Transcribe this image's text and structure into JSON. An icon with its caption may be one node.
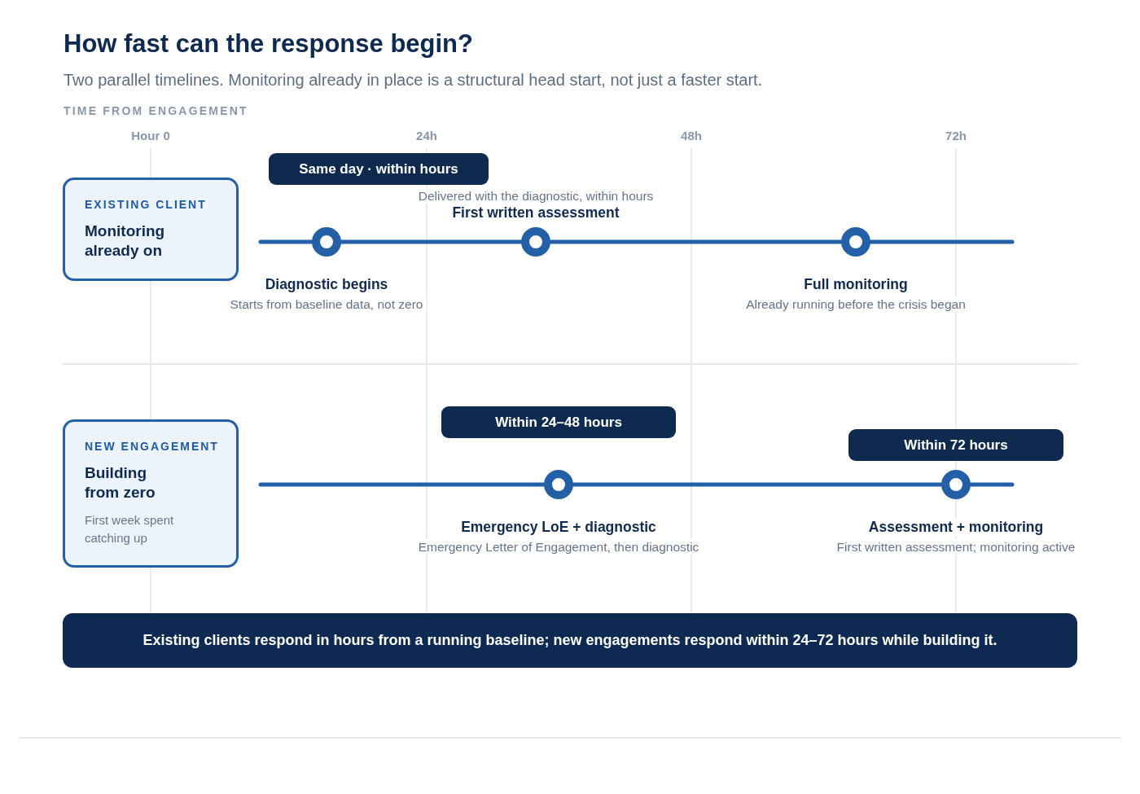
{
  "diagram": {
    "title": "How fast can the response begin?",
    "caption": "Two parallel timelines. Monitoring already in place is a structural head start, not just a faster start.",
    "nodes": [
      {
        "text": [
          "EXISTING CLIENT",
          "Monitoring already on"
        ]
      },
      {
        "text": [
          "Same day · within hours"
        ]
      },
      {
        "text": [],
        "shape": "circle",
        "beside": [
          "Diagnostic begins",
          "Starts from baseline data, not zero"
        ]
      },
      {
        "text": [],
        "shape": "circle",
        "beside": [
          "Delivered with the diagnostic, within hours",
          "First written assessment"
        ]
      },
      {
        "text": [],
        "shape": "circle",
        "beside": [
          "Full monitoring",
          "Already running before the crisis began"
        ]
      },
      {
        "text": [
          "NEW ENGAGEMENT",
          "Building from zero",
          "First week spent catching up"
        ]
      },
      {
        "text": [
          "Within 24–48 hours"
        ]
      },
      {
        "text": [],
        "shape": "circle",
        "beside": [
          "Emergency LoE + diagnostic",
          "Emergency Letter of Engagement, then diagnostic"
        ]
      },
      {
        "text": [
          "Within 72 hours"
        ]
      },
      {
        "text": [],
        "shape": "circle",
        "beside": [
          "Assessment + monitoring",
          "First written assessment; monitoring active"
        ]
      },
      {
        "text": [
          "Existing clients respond in hours from a running baseline; new engagements respond within 24–72 hours while building it."
        ]
      }
    ],
    "edges": [
      {
        "from": null,
        "to": 2,
        "arrow": "none"
      },
      {
        "from": 2,
        "to": 3,
        "arrow": "none"
      },
      {
        "from": 3,
        "to": 4,
        "arrow": "none"
      },
      {
        "from": 4,
        "to": null,
        "arrow": "none"
      },
      {
        "from": null,
        "to": 7,
        "arrow": "none"
      },
      {
        "from": 7,
        "to": 9,
        "arrow": "none"
      },
      {
        "from": 9,
        "to": null,
        "arrow": "none"
      }
    ],
    "labels": [
      "TIME FROM ENGAGEMENT",
      "Hour 0",
      "24h",
      "48h",
      "72h"
    ]
  }
}
